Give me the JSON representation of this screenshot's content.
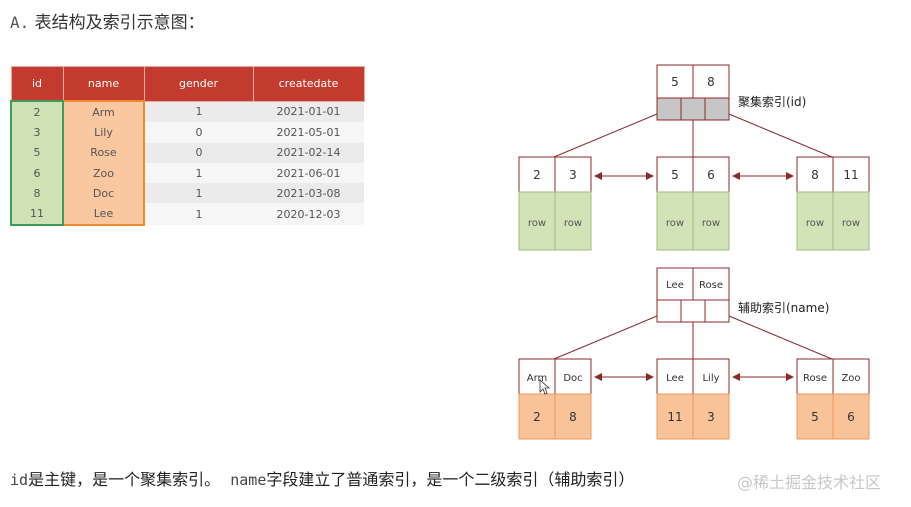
{
  "heading": {
    "prefix": "A.",
    "title": "表结构及索引示意图："
  },
  "table": {
    "columns": [
      "id",
      "name",
      "gender",
      "createdate"
    ],
    "rows": [
      [
        "2",
        "Arm",
        "1",
        "2021-01-01"
      ],
      [
        "3",
        "Lily",
        "0",
        "2021-05-01"
      ],
      [
        "5",
        "Rose",
        "0",
        "2021-02-14"
      ],
      [
        "6",
        "Zoo",
        "1",
        "2021-06-01"
      ],
      [
        "8",
        "Doc",
        "1",
        "2021-03-08"
      ],
      [
        "11",
        "Lee",
        "1",
        "2020-12-03"
      ]
    ]
  },
  "clustered_index": {
    "label": "聚集索引(id)",
    "root_keys": [
      "5",
      "8"
    ],
    "leaves": [
      {
        "keys": [
          "2",
          "3"
        ],
        "values": [
          "row",
          "row"
        ]
      },
      {
        "keys": [
          "5",
          "6"
        ],
        "values": [
          "row",
          "row"
        ]
      },
      {
        "keys": [
          "8",
          "11"
        ],
        "values": [
          "row",
          "row"
        ]
      }
    ]
  },
  "secondary_index": {
    "label": "辅助索引(name)",
    "root_keys": [
      "Lee",
      "Rose"
    ],
    "leaves": [
      {
        "keys": [
          "Arm",
          "Doc"
        ],
        "values": [
          "2",
          "8"
        ]
      },
      {
        "keys": [
          "Lee",
          "Lily"
        ],
        "values": [
          "11",
          "3"
        ]
      },
      {
        "keys": [
          "Rose",
          "Zoo"
        ],
        "values": [
          "5",
          "6"
        ]
      }
    ]
  },
  "caption": {
    "part1_mono": "id",
    "part1": "是主键，是一个聚集索引。",
    "part2_mono": "name",
    "part2": "字段建立了普通索引，是一个二级索引（辅助索引）"
  },
  "watermark": "@稀土掘金技术社区",
  "colors": {
    "header_red": "#c23b2e",
    "line": "#8b2a2a",
    "row_green": "#d2e3b8",
    "value_orange": "#f9c39a",
    "pointer_gray": "#c8c8c8"
  }
}
